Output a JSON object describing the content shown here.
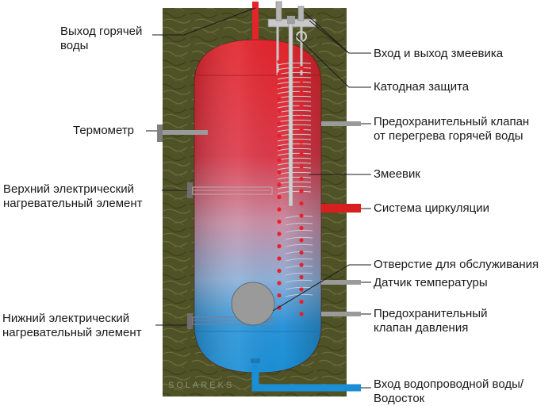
{
  "brand": "SOLAREKS",
  "labels": {
    "hot_water_outlet": [
      "Выход горячей",
      "воды"
    ],
    "thermometer": [
      "Термометр"
    ],
    "upper_heater": [
      "Верхний электрический",
      "нагревательный элемент"
    ],
    "lower_heater": [
      "Нижний электрический",
      "нагревательный элемент"
    ],
    "coil_in_out": [
      "Вход и выход змеевика"
    ],
    "cathode": [
      "Катодная защита"
    ],
    "overheat_valve": [
      "Предохранительный клапан",
      "от перегрева горячей воды"
    ],
    "coil": [
      "Змеевик"
    ],
    "circulation": [
      "Система циркуляции"
    ],
    "service_hole": [
      "Отверстие для обслуживания"
    ],
    "temp_sensor": [
      "Датчик температуры"
    ],
    "pressure_valve": [
      "Предохранительный",
      "клапан давления"
    ],
    "cold_inlet": [
      "Вход водопроводной воды/",
      "Водосток"
    ]
  },
  "colors": {
    "insulation": "#4e5226",
    "hot": "#e3242b",
    "cold": "#1a8fd6",
    "fitting": "#9a9a9a",
    "circulation_pipe": "#d81e1e"
  }
}
